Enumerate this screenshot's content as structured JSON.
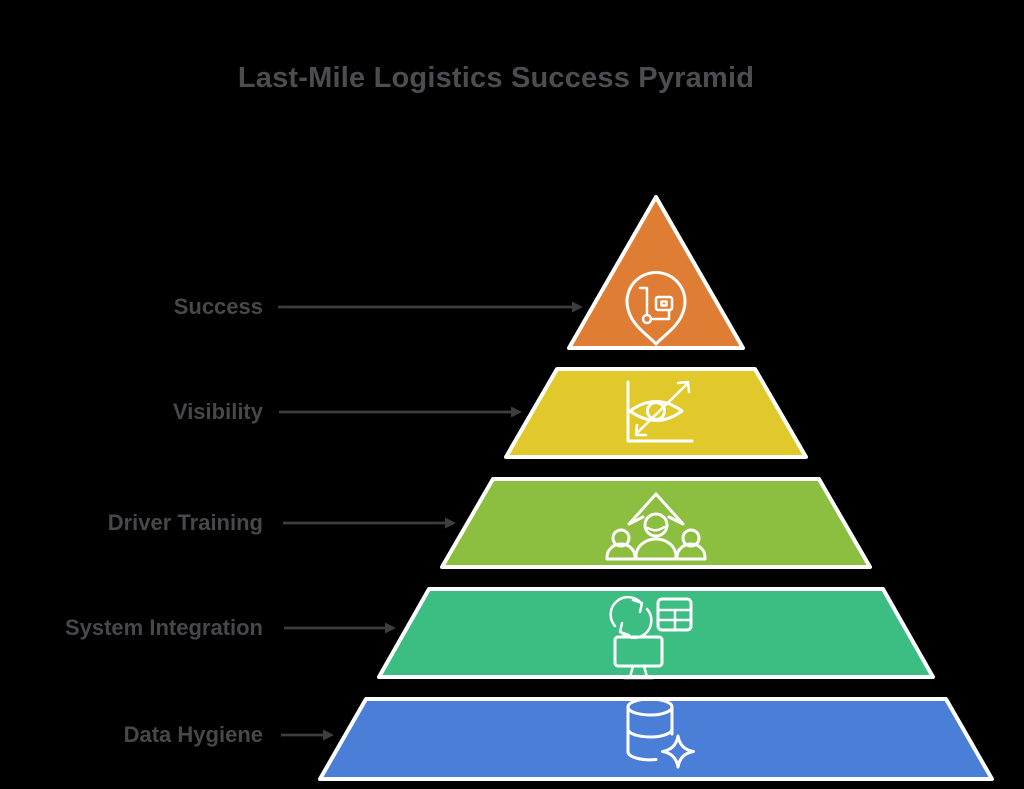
{
  "title": "Last-Mile Logistics Success Pyramid",
  "colors": {
    "background": "#000000",
    "title_text": "#4C4C51",
    "label_text": "#47474C",
    "arrow": "#3D3D42",
    "level_border": "#FFFFFF",
    "icon_stroke": "#FFFFFF"
  },
  "pyramid": {
    "type": "pyramid",
    "levels": [
      {
        "label": "Success",
        "color": "#DE7D33",
        "icon": "delivery-pin-icon"
      },
      {
        "label": "Visibility",
        "color": "#E1C92B",
        "icon": "eye-growth-chart-icon"
      },
      {
        "label": "Driver Training",
        "color": "#8CBE40",
        "icon": "team-up-arrow-icon"
      },
      {
        "label": "System Integration",
        "color": "#3CBD82",
        "icon": "monitor-sync-table-icon"
      },
      {
        "label": "Data Hygiene",
        "color": "#4B7ED6",
        "icon": "database-sparkle-icon"
      }
    ]
  }
}
